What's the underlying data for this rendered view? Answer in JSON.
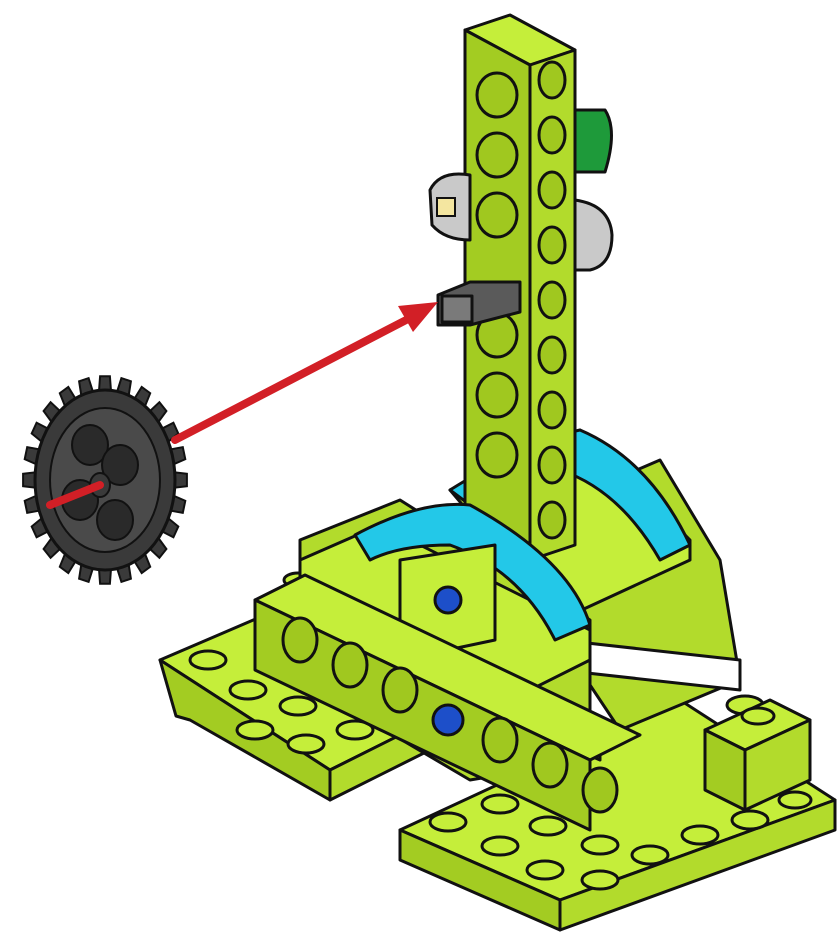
{
  "instruction": {
    "step_type": "attach-part",
    "arrow_color": "#d21f26"
  },
  "parts": {
    "gear": {
      "name": "gear-24-tooth",
      "color": "#3a3a3a"
    },
    "axle": {
      "name": "axle",
      "color": "#4a4a4a"
    },
    "beam": {
      "name": "technic-beam",
      "color": "#c5ee3a"
    },
    "bush": {
      "name": "bush",
      "color": "#c9c9c9"
    },
    "connector": {
      "name": "green-connector",
      "color": "#1e9a3a"
    },
    "curved_slope": {
      "name": "curved-slope",
      "color": "#23c8e8"
    },
    "plate": {
      "name": "plate",
      "color": "#c5ee3a"
    },
    "pins": {
      "name": "blue-pin",
      "color": "#1d4fc9"
    }
  }
}
